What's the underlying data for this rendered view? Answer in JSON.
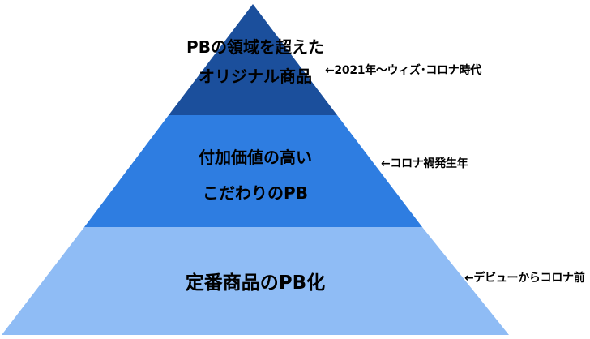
{
  "pyramid": {
    "tiers": [
      {
        "level": "top",
        "lines": [
          "PBの領域を超えた",
          "オリジナル商品"
        ],
        "color": "#1b4f9c",
        "annotation": "←2021年～ウィズ･コロナ時代"
      },
      {
        "level": "middle",
        "lines": [
          "付加価値の高い",
          "こだわりのPB"
        ],
        "color": "#2e7de1",
        "annotation": "←コロナ禍発生年"
      },
      {
        "level": "base",
        "lines": [
          "定番商品のPB化"
        ],
        "color": "#8fbcf5",
        "annotation": "←デビューからコロナ前"
      }
    ]
  }
}
